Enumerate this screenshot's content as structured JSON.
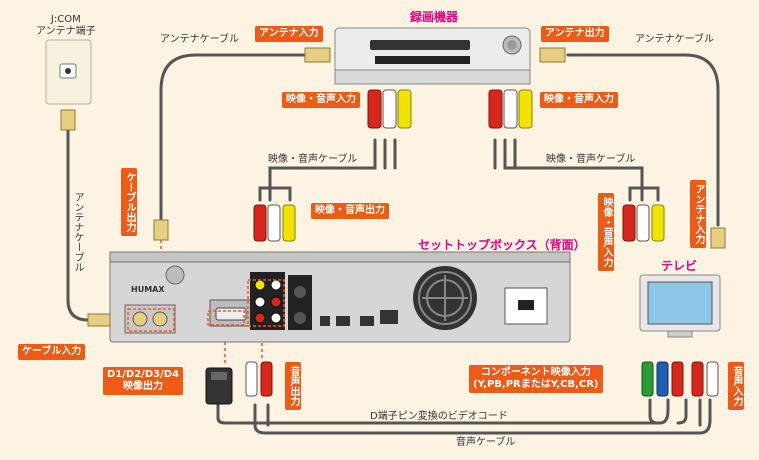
{
  "devices": {
    "jcom_outlet": "J:COM\nアンテナ端子",
    "recorder": "録画機器",
    "stb": "セットトップボックス（背面）",
    "tv": "テレビ",
    "stb_brand": "HUMAX"
  },
  "cables": {
    "antenna_left": "アンテナケーブル",
    "antenna_right": "アンテナケーブル",
    "antenna_outlet": "アンテナケーブル",
    "av_left": "映像・音声ケーブル",
    "av_right": "映像・音声ケーブル",
    "d_pin": "D端子ピン変換のビデオコード",
    "audio": "音声ケーブル"
  },
  "tags": {
    "antenna_in": "アンテナ入力",
    "antenna_out": "アンテナ出力",
    "av_in": "映像・音声入力",
    "av_in_right": "映像・音声入力",
    "av_out": "映像・音声出力",
    "cable_out": "ケーブル出力",
    "cable_in": "ケーブル入力",
    "d_out": "D1/D2/D3/D4\n映像出力",
    "audio_out": "音声出力",
    "component_in": "コンポーネント映像入力\n(Y,PB,PRまたはY,CB,CR)",
    "audio_in": "音声入力",
    "tv_av_in": "映像・音声入力",
    "tv_antenna_in": "アンテナ入力"
  },
  "colors": {
    "tag_bg": "#ef5a15",
    "title": "#e4007f",
    "cable": "#555555",
    "plug_red": "#d9261c",
    "plug_white": "#ffffff",
    "plug_yellow": "#f2e200",
    "plug_green": "#2a9d3a",
    "plug_blue": "#1d5fb5",
    "background": "#fdf3e2"
  }
}
